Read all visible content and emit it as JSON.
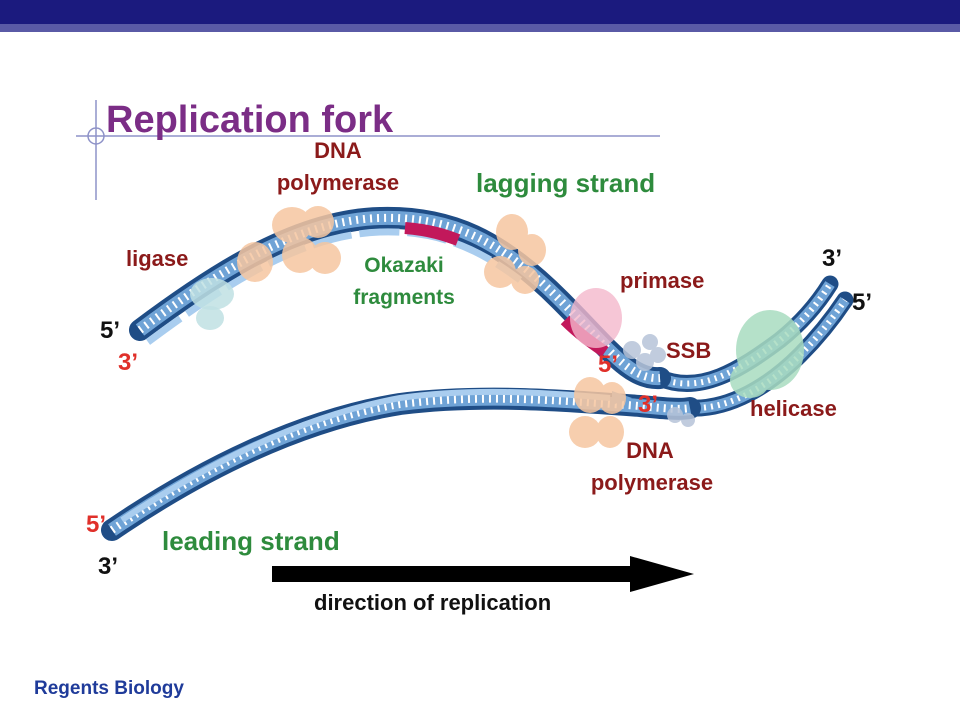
{
  "slide": {
    "title": "Replication fork",
    "footer": "Regents Biology"
  },
  "labels": {
    "dna_polymerase_top_line1": "DNA",
    "dna_polymerase_top_line2": "polymerase",
    "lagging_strand": "lagging strand",
    "ligase": "ligase",
    "okazaki_line1": "Okazaki",
    "okazaki_line2": "fragments",
    "primase": "primase",
    "ssb": "SSB",
    "helicase": "helicase",
    "dna_polymerase_bottom_line1": "DNA",
    "dna_polymerase_bottom_line2": "polymerase",
    "leading_strand": "leading strand",
    "direction": "direction of replication"
  },
  "ends": {
    "lagging_left_5": "5’",
    "lagging_left_3": "3’",
    "lagging_mid_5": "5’",
    "leading_mid_3": "3’",
    "parent_top_3": "3’",
    "parent_top_5": "5’",
    "leading_left_5": "5’",
    "leading_left_3": "3’"
  },
  "colors": {
    "title": "#7b2d86",
    "label_dark_red": "#8b1a1a",
    "label_green": "#2e8b3d",
    "end_red": "#e0302a",
    "strand_dark": "#1f4d86",
    "strand_light": "#6fa3d6",
    "strand_pale": "#a9cdef",
    "polymerase": "#f6c6a0",
    "primase": "#f4b8cc",
    "helicase": "#a9dcc0",
    "ssb": "#b7c4d9",
    "ligase": "#bfe1e3",
    "rna_primer": "#c2185b",
    "arrow": "#000000"
  }
}
